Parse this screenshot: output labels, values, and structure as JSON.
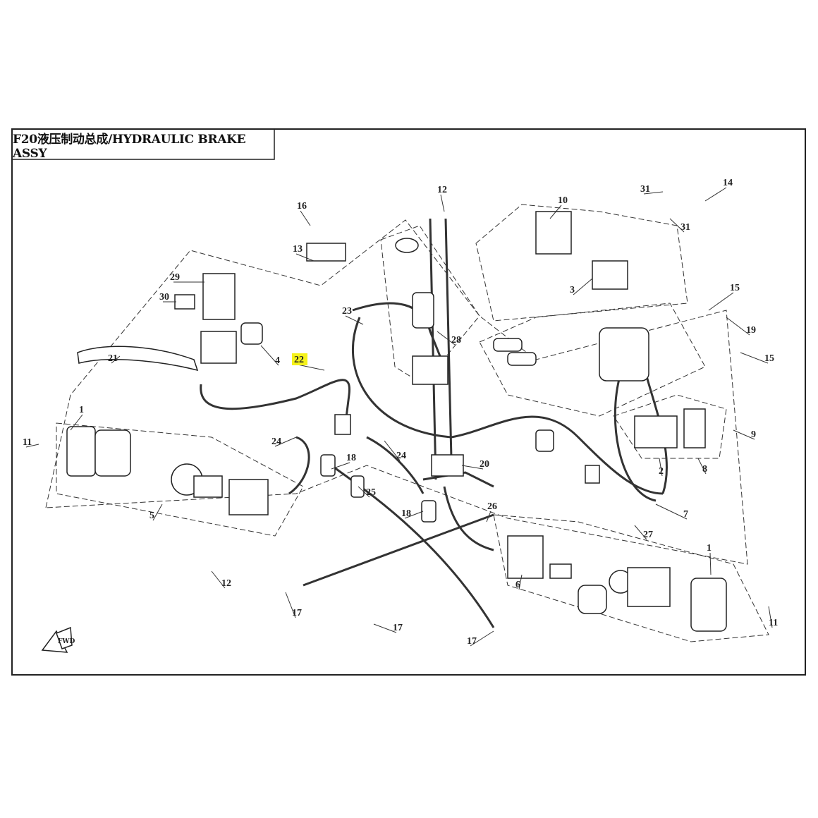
{
  "diagram": {
    "title": "F20液压制动总成/HYDRAULIC BRAKE ASSY",
    "fwd_logo_text": "FWD",
    "highlight_color": "#f5f21a",
    "highlighted_callout": "22",
    "callouts": [
      "16",
      "13",
      "12",
      "31",
      "14",
      "10",
      "31",
      "3",
      "29",
      "30",
      "23",
      "28",
      "15",
      "19",
      "15",
      "21",
      "4",
      "22",
      "1",
      "11",
      "24",
      "18",
      "24",
      "20",
      "9",
      "25",
      "5",
      "26",
      "18",
      "2",
      "8",
      "7",
      "27",
      "12",
      "6",
      "1",
      "17",
      "17",
      "17",
      "11"
    ]
  }
}
